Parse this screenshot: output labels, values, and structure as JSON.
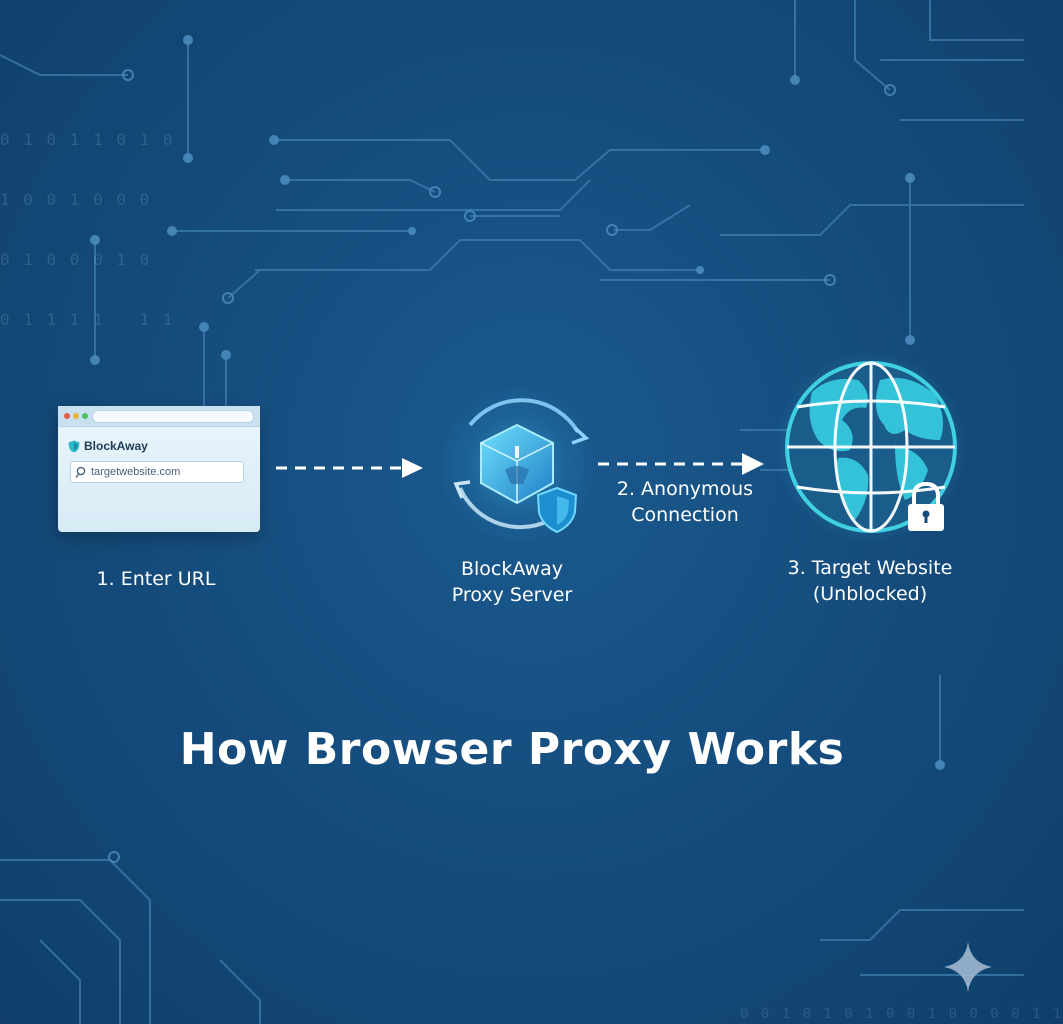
{
  "browser": {
    "brand_name": "BlockAway",
    "url_value": "targetwebsite.com"
  },
  "steps": {
    "step1_label": "1. Enter URL",
    "proxy_label_line1": "BlockAway",
    "proxy_label_line2": "Proxy Server",
    "step2_label_line1": "2. Anonymous",
    "step2_label_line2": "Connection",
    "step3_label_line1": "3. Target Website",
    "step3_label_line2": "(Unblocked)"
  },
  "title": "How Browser Proxy Works",
  "decor": {
    "binary_rows": [
      "0 1 0 1 1 0 1 0",
      "1 0 0 1 0 0 0",
      "0 1 0 0 0 1 0",
      "0 1 1 1 1   1 1"
    ],
    "binary_bottom": "0 0 1 0 1 0 1 0 0 1 0 0 0 0 1 1"
  },
  "colors": {
    "background": "#154d7e",
    "accent_cyan": "#33c6e0",
    "arrow": "#ffffff",
    "circuit": "#3f7fae"
  },
  "icons": [
    "shield-icon",
    "search-icon",
    "cube-icon",
    "globe-icon",
    "lock-icon",
    "sparkle-icon"
  ]
}
